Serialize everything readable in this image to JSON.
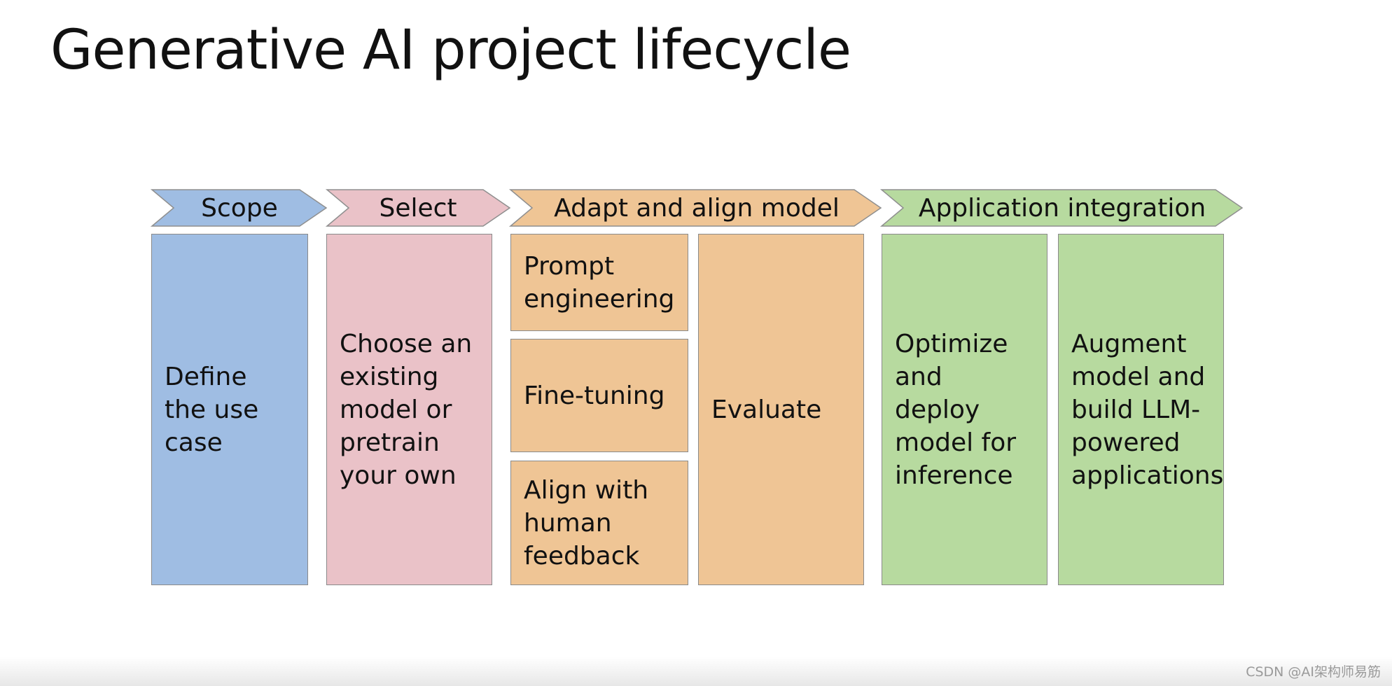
{
  "title": "Generative AI project lifecycle",
  "stages": {
    "scope": {
      "label": "Scope",
      "color": "#9fbde3"
    },
    "select": {
      "label": "Select",
      "color": "#eac2c8"
    },
    "adapt": {
      "label": "Adapt and align model",
      "color": "#efc595"
    },
    "integration": {
      "label": "Application integration",
      "color": "#b7da9f"
    }
  },
  "boxes": {
    "define_use_case": "Define the use case",
    "choose_model": "Choose an existing model or pretrain your own",
    "prompt_engineering": "Prompt engineering",
    "fine_tuning": "Fine-tuning",
    "align_feedback": "Align with human feedback",
    "evaluate": "Evaluate",
    "optimize_deploy": "Optimize and deploy model for inference",
    "augment_build": "Augment model and build LLM-powered applications"
  },
  "watermark": "CSDN @AI架构师易筋"
}
